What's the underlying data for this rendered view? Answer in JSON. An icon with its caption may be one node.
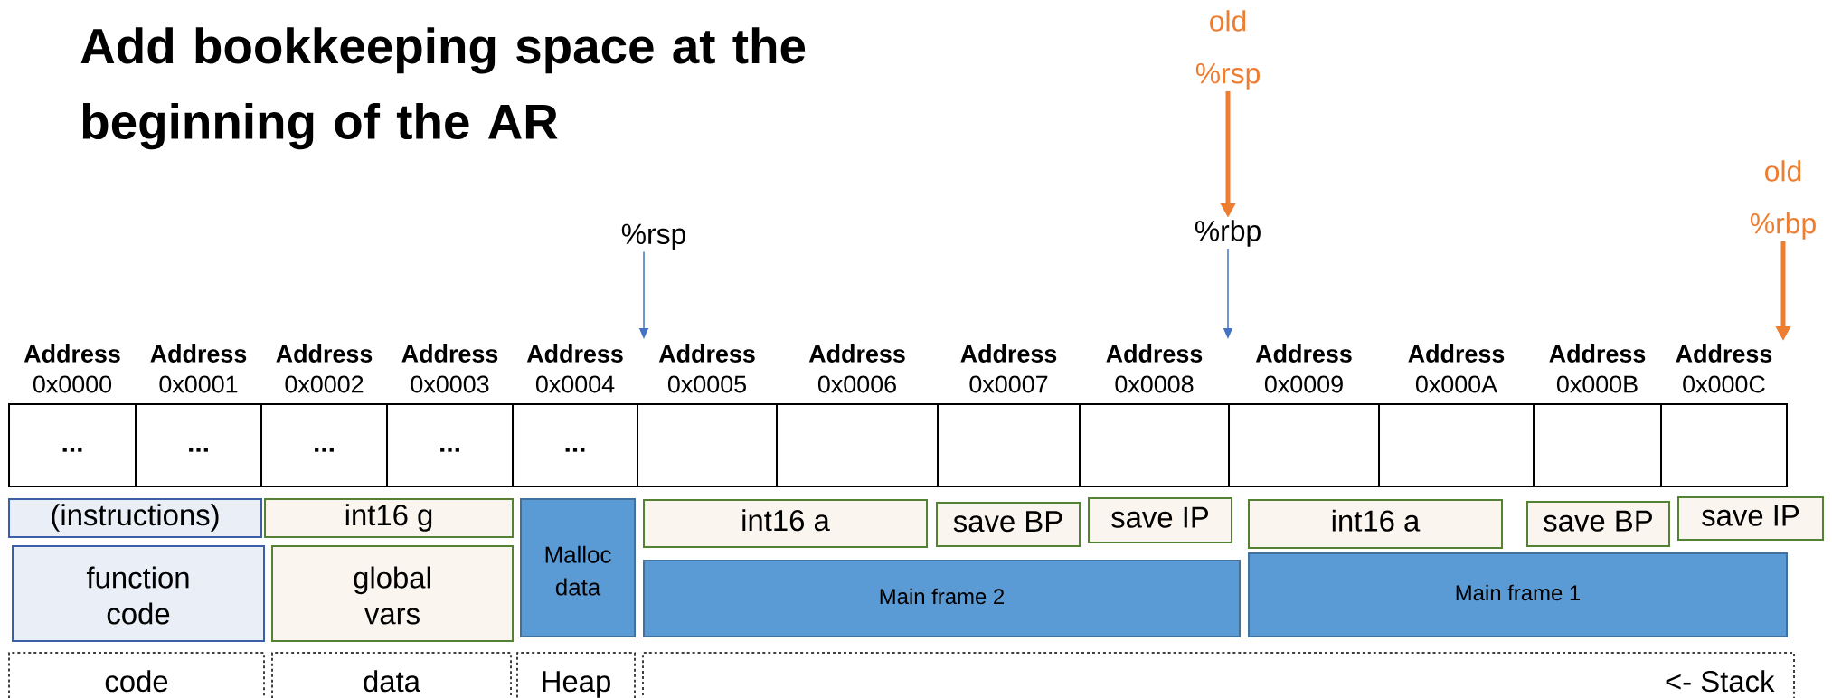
{
  "diagram": {
    "title": "Add bookkeeping space at the beginning of the AR",
    "nodes": [
      {
        "text": [
          "%rsp"
        ]
      },
      {
        "text": [
          "old %rsp"
        ]
      },
      {
        "text": [
          "%rbp"
        ]
      },
      {
        "text": [
          "old %rbp"
        ]
      },
      {
        "text": [
          "..."
        ],
        "beside": [
          "Address",
          "0x0000"
        ]
      },
      {
        "text": [
          "..."
        ],
        "beside": [
          "Address",
          "0x0001"
        ]
      },
      {
        "text": [
          "..."
        ],
        "beside": [
          "Address",
          "0x0002"
        ]
      },
      {
        "text": [
          "..."
        ],
        "beside": [
          "Address",
          "0x0003"
        ]
      },
      {
        "text": [
          "..."
        ],
        "beside": [
          "Address",
          "0x0004"
        ]
      },
      {
        "text": [],
        "shape": "box",
        "beside": [
          "Address",
          "0x0005"
        ]
      },
      {
        "text": [],
        "shape": "box",
        "beside": [
          "Address",
          "0x0006"
        ]
      },
      {
        "text": [],
        "shape": "box",
        "beside": [
          "Address",
          "0x0007"
        ]
      },
      {
        "text": [],
        "shape": "box",
        "beside": [
          "Address",
          "0x0008"
        ]
      },
      {
        "text": [],
        "shape": "box",
        "beside": [
          "Address",
          "0x0009"
        ]
      },
      {
        "text": [],
        "shape": "box",
        "beside": [
          "Address",
          "0x000A"
        ]
      },
      {
        "text": [],
        "shape": "box",
        "beside": [
          "Address",
          "0x000B"
        ]
      },
      {
        "text": [],
        "shape": "box",
        "beside": [
          "Address",
          "0x000C"
        ]
      },
      {
        "text": [
          "(instructions)"
        ]
      },
      {
        "text": [
          "function code"
        ]
      },
      {
        "text": [
          "int16 g"
        ]
      },
      {
        "text": [
          "global vars"
        ]
      },
      {
        "text": [
          "Malloc data"
        ]
      },
      {
        "text": [
          "int16 a"
        ]
      },
      {
        "text": [
          "save BP"
        ]
      },
      {
        "text": [
          "save IP"
        ]
      },
      {
        "text": [
          "Main frame 2"
        ]
      },
      {
        "text": [
          "int16 a"
        ]
      },
      {
        "text": [
          "save BP"
        ]
      },
      {
        "text": [
          "save IP"
        ]
      },
      {
        "text": [
          "Main frame 1"
        ]
      },
      {
        "text": [
          "code"
        ]
      },
      {
        "text": [
          "data"
        ]
      },
      {
        "text": [
          "Heap"
        ]
      },
      {
        "text": [
          "<- Stack"
        ]
      }
    ],
    "edges": [
      {
        "from": 0,
        "to": 9,
        "arrow": "to",
        "color": "#4472c4"
      },
      {
        "from": 1,
        "to": 2,
        "arrow": "to",
        "style": "thick",
        "color": "#ed7d31"
      },
      {
        "from": 2,
        "to": 13,
        "arrow": "to",
        "color": "#4472c4"
      },
      {
        "from": 3,
        "to": 16,
        "arrow": "to",
        "style": "thick",
        "color": "#ed7d31"
      }
    ]
  }
}
